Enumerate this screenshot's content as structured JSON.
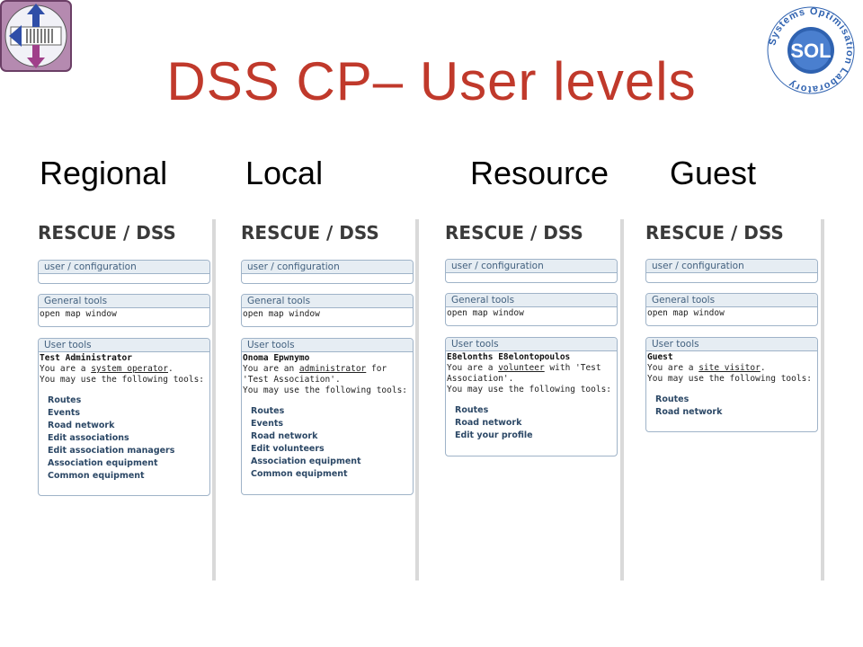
{
  "slide": {
    "title": "DSS CP– User levels",
    "levels": [
      "Regional",
      "Local",
      "Resource",
      "Guest"
    ]
  },
  "logos": {
    "left": {
      "icon": "dss-arrow-logo"
    },
    "right": {
      "icon": "sol-seal-logo",
      "text": "Systems Optimisation Laboratory",
      "acronym": "SOL"
    }
  },
  "colors": {
    "title": "#c0392b",
    "panel_header_bg": "#e6edf3",
    "panel_border": "#9fb3c8",
    "panel_header_text": "#43617f",
    "tool_link": "#2c4866"
  },
  "panels": [
    {
      "app_title": "RESCUE / DSS",
      "config_label": "user / configuration",
      "general_label": "General tools",
      "map_link": "open map window",
      "user_tools_label": "User tools",
      "username": "Test Administrator",
      "role_pre": "You are a ",
      "role": "system operator",
      "role_post": ".",
      "assoc_line": "",
      "may_use": "You may use the following tools:",
      "tools": [
        "Routes",
        "Events",
        "Road network",
        "Edit associations",
        "Edit association managers",
        "Association equipment",
        "Common equipment"
      ]
    },
    {
      "app_title": "RESCUE / DSS",
      "config_label": "user / configuration",
      "general_label": "General tools",
      "map_link": "open map window",
      "user_tools_label": "User tools",
      "username": "Onoma Epwnymo",
      "role_pre": "You are an ",
      "role": "administrator",
      "role_post": " for",
      "assoc_line": "'Test Association'.",
      "may_use": "You may use the following tools:",
      "tools": [
        "Routes",
        "Events",
        "Road network",
        "Edit volunteers",
        "Association equipment",
        "Common equipment"
      ]
    },
    {
      "app_title": "RESCUE / DSS",
      "config_label": "user / configuration",
      "general_label": "General tools",
      "map_link": "open map window",
      "user_tools_label": "User tools",
      "username": "E8elonths E8elontopoulos",
      "role_pre": "You are a ",
      "role": "volunteer",
      "role_post": " with 'Test",
      "assoc_line": "Association'.",
      "may_use": "You may use the following tools:",
      "tools": [
        "Routes",
        "Road network",
        "Edit your profile"
      ]
    },
    {
      "app_title": "RESCUE / DSS",
      "config_label": "user / configuration",
      "general_label": "General tools",
      "map_link": "open map window",
      "user_tools_label": "User tools",
      "username": "Guest",
      "role_pre": "You are a ",
      "role": "site visitor",
      "role_post": ".",
      "assoc_line": "",
      "may_use": "You may use the following tools:",
      "tools": [
        "Routes",
        "Road network"
      ]
    }
  ]
}
